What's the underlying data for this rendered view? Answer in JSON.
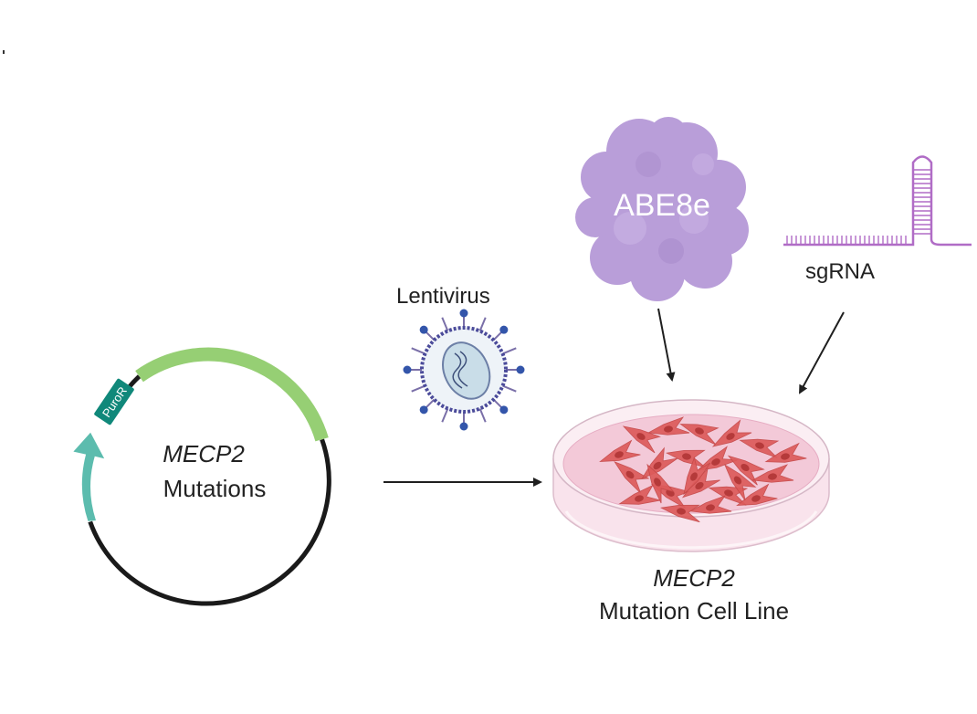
{
  "plasmid": {
    "gene": "MECP2",
    "description": "Mutations",
    "resistance_marker": "PuroR",
    "colors": {
      "backbone": "#1a1a1a",
      "insert": "#96cf74",
      "marker": "#10887a",
      "promoter": "#5cbcae"
    }
  },
  "lentivirus": {
    "label": "Lentivirus",
    "colors": {
      "spikes": "#7a6fa8",
      "caps": "#3355aa",
      "capsid": "#4b4b9a",
      "core": "#c9dde8"
    }
  },
  "editor": {
    "label": "ABE8e",
    "color": "#b99ed9"
  },
  "guide": {
    "label": "sgRNA",
    "color": "#b06cc6"
  },
  "cell_line": {
    "gene": "MECP2",
    "description": "Mutation Cell Line",
    "colors": {
      "dish": "#f7dfe9",
      "rim": "#e9b8cc",
      "cells": "#dd5b5b",
      "nuclei": "#b53a3a"
    }
  },
  "arrows": {
    "color": "#1f1f1f"
  }
}
